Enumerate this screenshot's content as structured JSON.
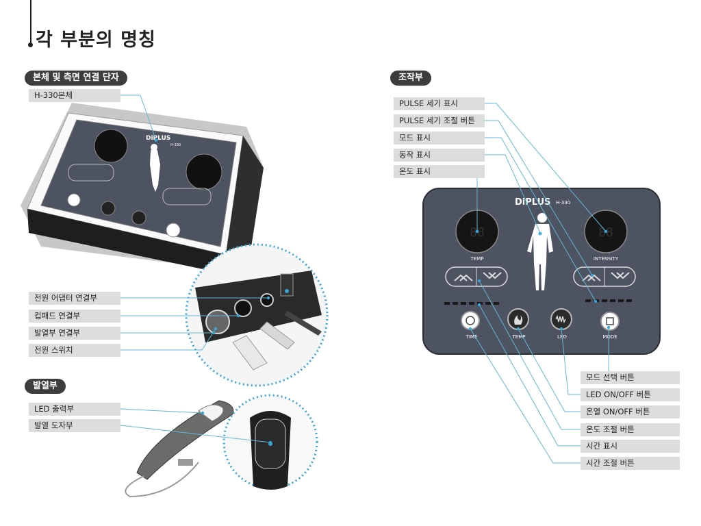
{
  "page_title": "각 부분의 명칭",
  "sections": {
    "main_body": "본체 및 측면 연결 단자",
    "heater": "발열부",
    "control": "조작부"
  },
  "left_labels": {
    "h330_body": "H-330본체",
    "power_adapter": "전원 어댑터 연결부",
    "cup_pad": "컵패드 연결부",
    "heater_port": "발열부 연결부",
    "power_switch": "전원 스위치",
    "led_output": "LED 출력부",
    "heat_conductor": "발열 도자부"
  },
  "top_right_labels": {
    "pulse_display": "PULSE 세기  표시",
    "pulse_button": "PULSE 세기  조절  버튼",
    "mode_display": "모드 표시",
    "operation_display": "동작 표시",
    "temp_display": "온도 표시"
  },
  "bottom_right_labels": {
    "mode_select": "모드 선택 버튼",
    "led_onoff": "LED ON/OFF 버튼",
    "heat_onoff": "온열 ON/OFF 버튼",
    "temp_adjust": "온도  조절  버튼",
    "time_display": "시간  표시",
    "time_adjust": "시간  조절 버튼"
  },
  "panel": {
    "brand": "DiPLUS",
    "model": "H-330",
    "brand_small": "DiPLUS",
    "model_small": "H-330",
    "display_digits": "88",
    "temp": "TEMP",
    "intensity": "INTENSITY",
    "time": "TIME",
    "led": "LED",
    "mode": "MODE"
  },
  "colors": {
    "panel": "#4d5360",
    "leader_line": "#5fb8d8",
    "label_bg": "#dcdcdc",
    "pill_bg": "#3d3d3d",
    "circle_dash": "#3aa6d8"
  }
}
